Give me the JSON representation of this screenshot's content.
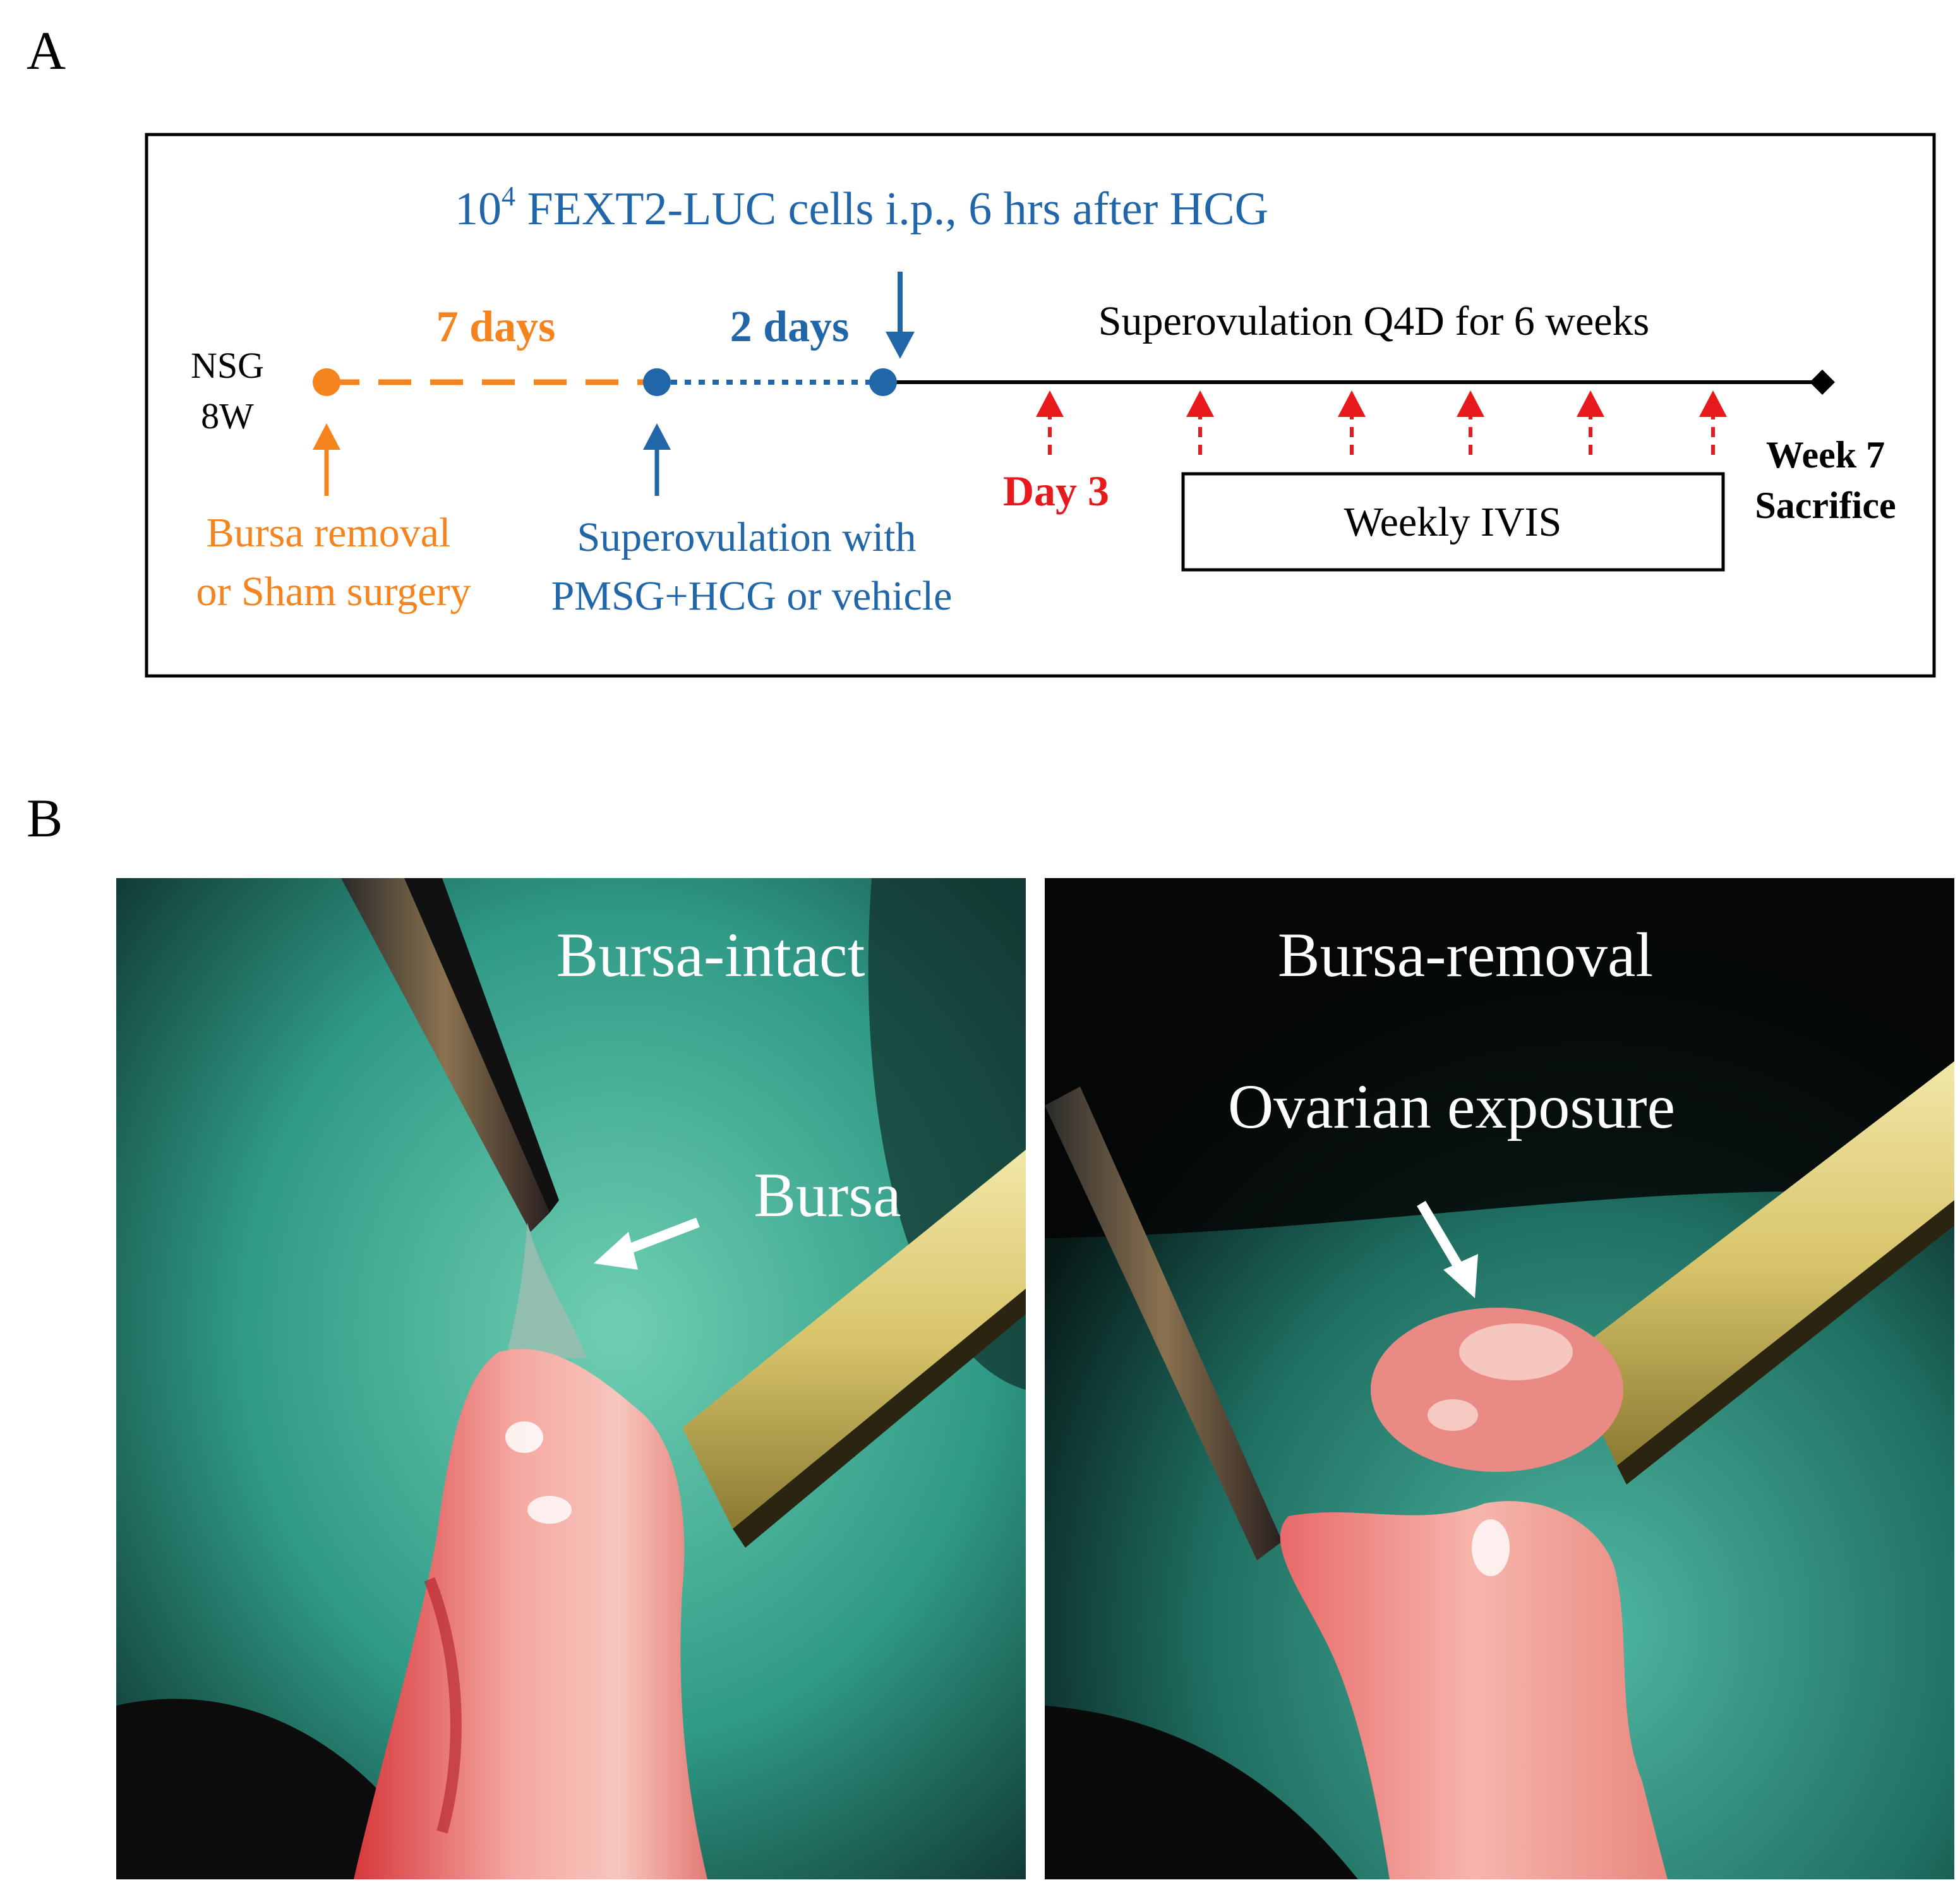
{
  "panel_a": {
    "letter": "A",
    "injection_label": "10",
    "injection_sup": "4",
    "injection_rest": " FEXT2-LUC cells i.p., 6 hrs after HCG",
    "mouse_line1": "NSG",
    "mouse_line2": "8W",
    "interval1": "7 days",
    "interval2": "2 days",
    "treatment_label": "Superovulation Q4D for 6 weeks",
    "surgery_line1": "Bursa removal",
    "surgery_line2": "or Sham surgery",
    "superov_line1": "Superovulation with",
    "superov_line2": "PMSG+HCG or vehicle",
    "day3": "Day 3",
    "ivis_label": "Weekly IVIS",
    "end_line1": "Week 7",
    "end_line2": "Sacrifice",
    "colors": {
      "orange": "#F5841F",
      "blue": "#2166A8",
      "red": "#E8191C",
      "black": "#000000"
    }
  },
  "panel_b": {
    "letter": "B",
    "left_title": "Bursa-intact",
    "left_arrow_label": "Bursa",
    "right_title": "Bursa-removal",
    "right_arrow_label": "Ovarian exposure"
  }
}
